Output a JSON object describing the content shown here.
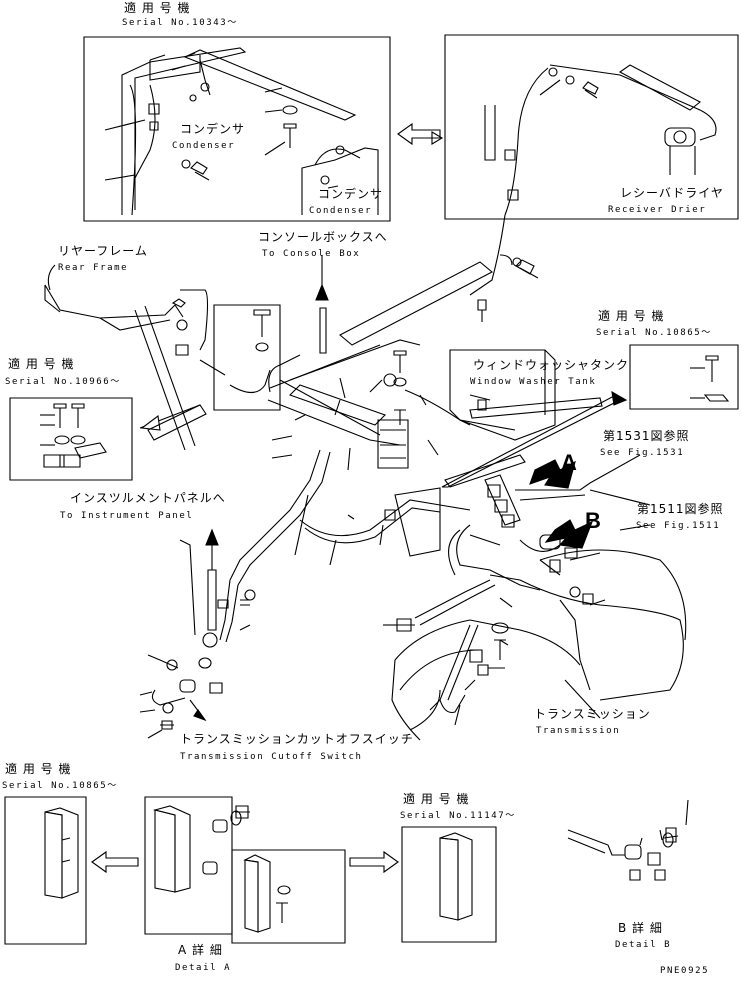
{
  "labels": {
    "serial_10343_jp": "適 用 号 機",
    "serial_10343_en": "Serial No.10343～",
    "condenser_a_jp": "コンデンサ",
    "condenser_a_en": "Condenser",
    "condenser_b_jp": "コンデンサ",
    "condenser_b_en": "Condenser",
    "receiver_jp": "レシーバドライヤ",
    "receiver_en": "Receiver Drier",
    "console_jp": "コンソールボックスへ",
    "console_en": "To Console Box",
    "rear_frame_jp": "リヤーフレーム",
    "rear_frame_en": "Rear Frame",
    "serial_10966_jp": "適 用 号 機",
    "serial_10966_en": "Serial No.10966～",
    "serial_10865a_jp": "適 用 号 機",
    "serial_10865a_en": "Serial No.10865～",
    "washer_jp": "ウィンドウォッシャタンク",
    "washer_en": "Window Washer Tank",
    "fig1531_jp": "第1531図参照",
    "fig1531_en": "See Fig.1531",
    "fig1511_jp": "第1511図参照",
    "fig1511_en": "See Fig.1511",
    "arrow_a": "A",
    "arrow_b": "B",
    "instrument_jp": "インスツルメントパネルへ",
    "instrument_en": "To Instrument Panel",
    "transmission_jp": "トランスミッション",
    "transmission_en": "Transmission",
    "cutoff_jp": "トランスミッションカットオフスイッチ",
    "cutoff_en": "Transmission Cutoff Switch",
    "serial_10865b_jp": "適 用 号 機",
    "serial_10865b_en": "Serial No.10865～",
    "serial_11147_jp": "適 用 号 機",
    "serial_11147_en": "Serial No.11147～",
    "detail_a_jp": "A 詳 細",
    "detail_a_en": "Detail A",
    "detail_b_jp": "B 詳 細",
    "detail_b_en": "Detail B",
    "drawing_no": "PNE0925"
  }
}
